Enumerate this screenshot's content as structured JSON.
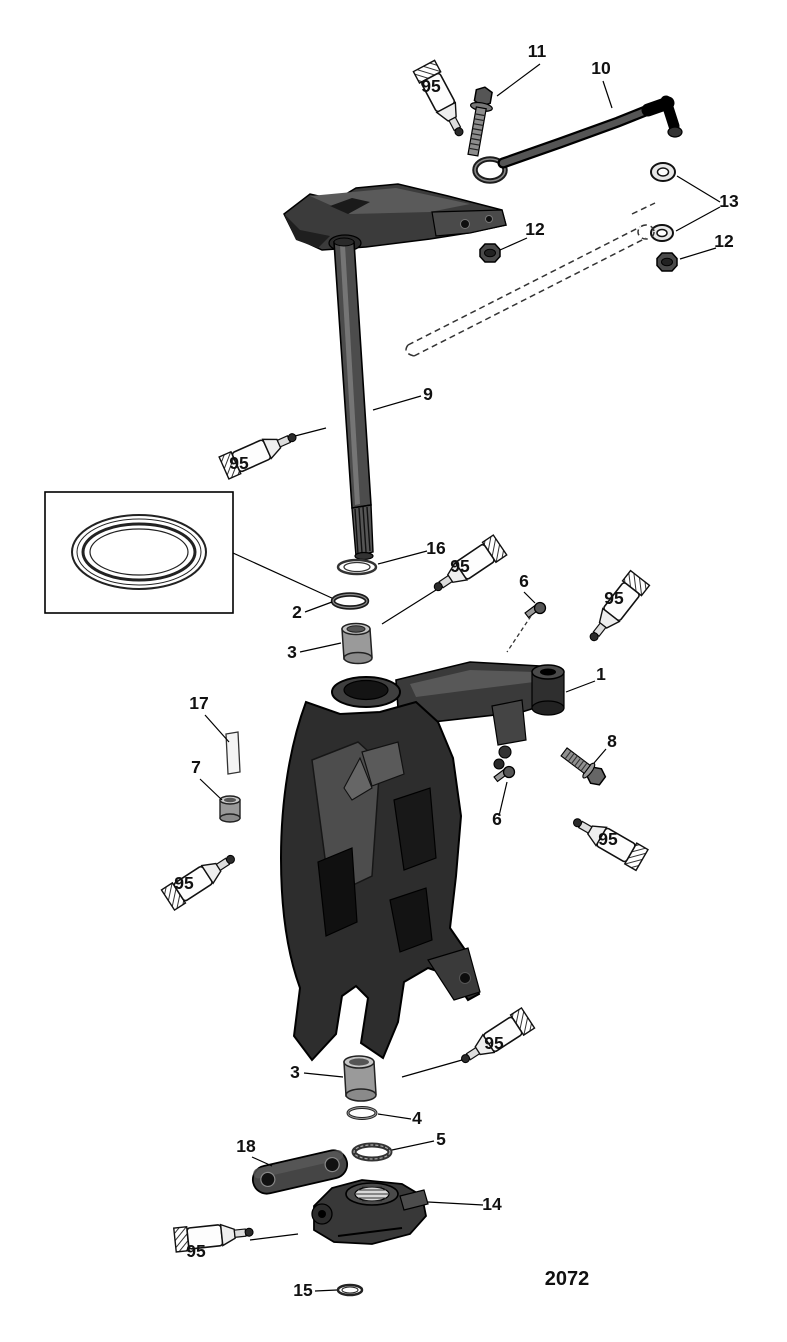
{
  "figure": {
    "number": "2072",
    "lube": "95"
  },
  "callouts": {
    "c1": "1",
    "c2": "2",
    "c3": "3",
    "c4": "4",
    "c5": "5",
    "c6": "6",
    "c7": "7",
    "c8": "8",
    "c9": "9",
    "c10": "10",
    "c11": "11",
    "c12": "12",
    "c13": "13",
    "c14": "14",
    "c15": "15",
    "c16": "16",
    "c17": "17",
    "c18": "18"
  }
}
